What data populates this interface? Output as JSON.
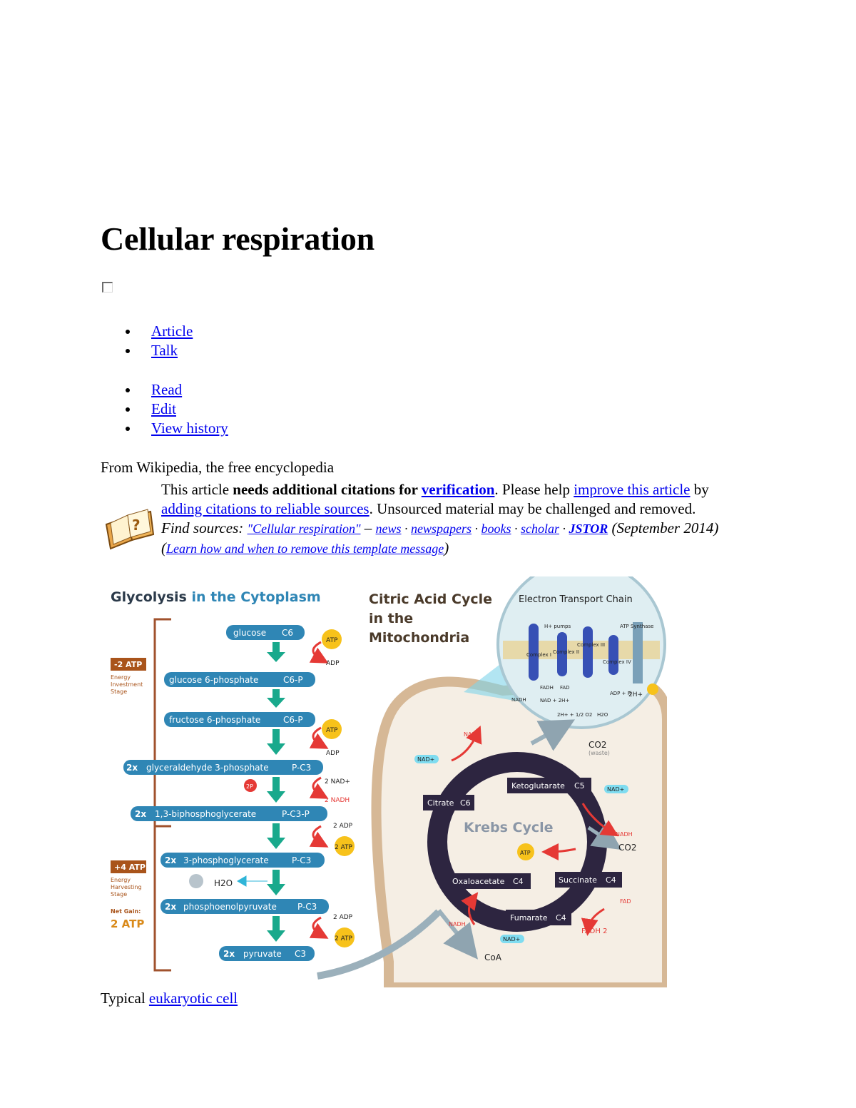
{
  "page": {
    "title": "Cellular respiration"
  },
  "tabs": {
    "namespaces": [
      "Article",
      "Talk"
    ],
    "views": [
      "Read",
      "Edit",
      "View history"
    ]
  },
  "tagline": "From Wikipedia, the free encyclopedia",
  "notice": {
    "t1": "This article ",
    "t2": "needs additional citations for ",
    "l1": "verification",
    "t3": ". Please help ",
    "l2": "improve this article",
    "t4": " by ",
    "l3": "adding citations to reliable sources",
    "t5": ". Unsourced material may be challenged and removed.",
    "find_label": "Find sources: ",
    "find_query": "\"Cellular respiration\"",
    "find_dash": " – ",
    "find_links": [
      "news",
      "newspapers",
      "books",
      "scholar",
      "JSTOR"
    ],
    "sep": " · ",
    "date": " (September 2014)",
    "learn_open": " (",
    "learn_link": "Learn how and when to remove this template message",
    "learn_close": ")"
  },
  "diagram": {
    "glycolysis_a": "Glycolysis",
    "glycolysis_b": " in the Cytoplasm",
    "citric_title": [
      "Citric Acid Cycle",
      "in the",
      "Mitochondria"
    ],
    "etc_title": "Electron Transport Chain",
    "glucose": "glucose",
    "c6": "C6",
    "g6p": "glucose 6-phosphate",
    "c6p": "C6-P",
    "f6p": "fructose 6-phosphate",
    "g3p": "glyceraldehyde 3-phosphate",
    "pc3": "P-C3",
    "bpg": "1,3-biphosphoglycerate",
    "pc3p": "P-C3-P",
    "pg3": "3-phosphoglycerate",
    "pep": "phosphoenolpyruvate",
    "pyruvate": "pyruvate",
    "c3": "C3",
    "x2": "2x",
    "atp": "ATP",
    "adp": "ADP",
    "nad2": "2 NAD+",
    "nadh2": "2 NADH",
    "adp2": "2 ADP",
    "atp2": "2 ATP",
    "twop": "2P",
    "h2o": "H2O",
    "minus2atp": "-2 ATP",
    "invest": [
      "Energy",
      "Investment",
      "Stage"
    ],
    "plus4atp": "+4 ATP",
    "harvest": [
      "Energy",
      "Harvesting",
      "Stage"
    ],
    "netgain": "Net Gain:",
    "netgain_val": "2 ATP",
    "krebs": "Krebs Cycle",
    "citrate": "Citrate",
    "ketoglutarate": "Ketoglutarate",
    "c5": "C5",
    "succinate": "Succinate",
    "c4": "C4",
    "fumarate": "Fumarate",
    "oxaloacetate": "Oxaloacetate",
    "nadh": "NADH",
    "nadp": "NAD+",
    "co2": "CO2",
    "waste": "(waste)",
    "fad": "FAD",
    "fadh2": "FADH 2",
    "coa": "CoA",
    "etc_labels": [
      "Complex I",
      "Complex II",
      "Complex III",
      "Complex IV",
      "ATP Synthase",
      "2H+",
      "NADH",
      "FADH",
      "FAD",
      "ADP + Pi",
      "NAD + 2H+",
      "2H+ + 1/2 O2",
      "H2O",
      "H+ pumps"
    ]
  },
  "caption": {
    "text": "Typical ",
    "link": "eukaryotic cell"
  }
}
